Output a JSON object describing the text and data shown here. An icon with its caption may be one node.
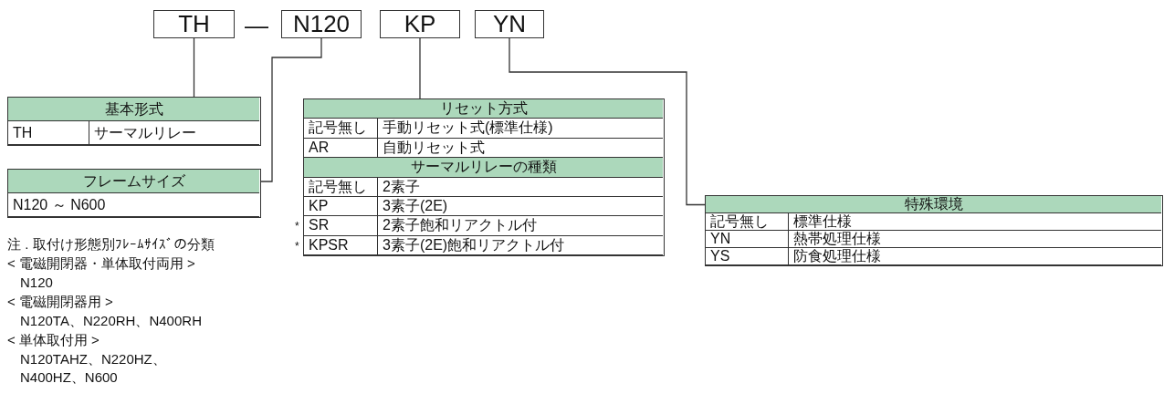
{
  "diagram": {
    "nodes": [
      {
        "text": [
          "TH"
        ]
      },
      {
        "text": [
          "N120"
        ]
      },
      {
        "text": [
          "KP"
        ]
      },
      {
        "text": [
          "YN"
        ]
      },
      {
        "text": [],
        "shape": "box"
      },
      {
        "text": [
          "基本形式"
        ],
        "in": 4
      },
      {
        "text": [
          "TH"
        ],
        "in": 4
      },
      {
        "text": [
          "サーマルリレー"
        ],
        "in": 4
      },
      {
        "text": [],
        "shape": "box"
      },
      {
        "text": [
          "フレームサイズ"
        ],
        "in": 8
      },
      {
        "text": [
          "N120 ～ N600"
        ],
        "in": 8
      },
      {
        "text": [],
        "shape": "box"
      },
      {
        "text": [
          "リセット方式"
        ],
        "in": 11
      },
      {
        "text": [
          "記号無し"
        ],
        "in": 11
      },
      {
        "text": [
          "手動リセット式(標準仕様)"
        ],
        "in": 11
      },
      {
        "text": [
          "AR"
        ],
        "in": 11
      },
      {
        "text": [
          "自動リセット式"
        ],
        "in": 11
      },
      {
        "text": [
          "サーマルリレーの種類"
        ],
        "in": 11
      },
      {
        "text": [
          "記号無し"
        ],
        "in": 11
      },
      {
        "text": [
          "2素子"
        ],
        "in": 11
      },
      {
        "text": [
          "KP"
        ],
        "in": 11
      },
      {
        "text": [
          "3素子(2E)"
        ],
        "in": 11
      },
      {
        "text": [
          "SR"
        ],
        "in": 11,
        "beside": [
          "*"
        ]
      },
      {
        "text": [
          "2素子飽和リアクトル付"
        ],
        "in": 11
      },
      {
        "text": [
          "KPSR"
        ],
        "in": 11,
        "beside": [
          "*"
        ]
      },
      {
        "text": [
          "3素子(2E)飽和リアクトル付"
        ],
        "in": 11
      },
      {
        "text": [],
        "shape": "box"
      },
      {
        "text": [
          "特殊環境"
        ],
        "in": 26
      },
      {
        "text": [
          "記号無し"
        ],
        "in": 26
      },
      {
        "text": [
          "標準仕様"
        ],
        "in": 26
      },
      {
        "text": [
          "YN"
        ],
        "in": 26
      },
      {
        "text": [
          "熱帯処理仕様"
        ],
        "in": 26
      },
      {
        "text": [
          "YS"
        ],
        "in": 26
      },
      {
        "text": [
          "防食処理仕様"
        ],
        "in": 26
      }
    ],
    "edges": [
      {
        "from": 0,
        "to": 5,
        "arrow": "none"
      },
      {
        "from": 1,
        "to": 9,
        "arrow": "none"
      },
      {
        "from": 2,
        "to": 12,
        "arrow": "none"
      },
      {
        "from": 3,
        "to": 27,
        "arrow": "none"
      }
    ],
    "labels": [
      "—",
      "注 . 取付け形態別ﾌﾚｰﾑｻｲｽﾞの分類",
      "< 電磁開閉器・単体取付両用 >",
      "N120",
      "< 電磁開閉器用 >",
      "N120TA、N220RH、N400RH",
      "< 単体取付用 >",
      "N120TAHZ、N220HZ、N400HZ、N600"
    ]
  }
}
